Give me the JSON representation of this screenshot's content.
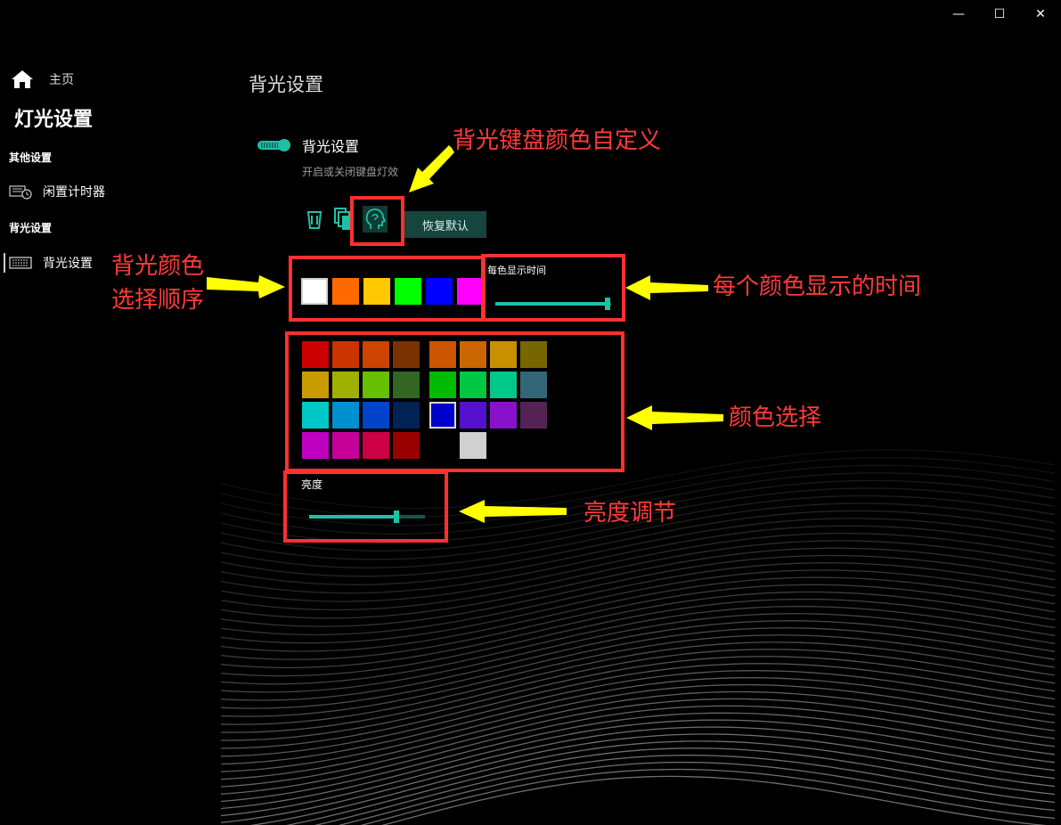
{
  "window": {
    "minimize_glyph": "—",
    "maximize_glyph": "☐",
    "close_glyph": "✕"
  },
  "sidebar": {
    "home_label": "主页",
    "title": "灯光设置",
    "sections": [
      {
        "header": "其他设置",
        "item": "闲置计时器",
        "icon": "timer-icon"
      },
      {
        "header": "背光设置",
        "item": "背光设置",
        "icon": "keyboard-icon"
      }
    ]
  },
  "main": {
    "page_title": "背光设置",
    "toggle": {
      "label": "背光设置",
      "description": "开启或关闭键盘灯效",
      "on": true
    },
    "mode_icons": [
      "cup-icon",
      "layers-icon",
      "head-icon"
    ],
    "reset_label": "恢复默认",
    "sequence_colors": [
      "#ffffff",
      "#ff6a00",
      "#ffc800",
      "#00ff00",
      "#0000ff",
      "#ff00ff"
    ],
    "duration": {
      "label": "每色显示时间",
      "value_fraction": 0.97
    },
    "palette_left": [
      [
        "#cc0000",
        "#cc3300",
        "#cc4400",
        "#7a3300"
      ],
      [
        "#c89b00",
        "#a0b000",
        "#66c000",
        "#336622"
      ],
      [
        "#00c8c8",
        "#0090d0",
        "#0044cc",
        "#002255"
      ],
      [
        "#c000c0",
        "#c8009a",
        "#cc0044",
        "#990000"
      ]
    ],
    "palette_right": [
      [
        "#cc5500",
        "#cc6600",
        "#c89000",
        "#776600"
      ],
      [
        "#00bb00",
        "#00c844",
        "#00c888",
        "#336677"
      ],
      [
        "#0000cc",
        "#5511cc",
        "#8811cc",
        "#552255"
      ],
      [
        "",
        "#d0d0d0",
        "",
        ""
      ]
    ],
    "palette_selected": "#0000cc",
    "brightness": {
      "label": "亮度",
      "value_fraction": 0.75
    }
  },
  "annotations": {
    "custom_color": "背光键盘颜色自定义",
    "sequence_line1": "背光颜色",
    "sequence_line2": "选择顺序",
    "duration": "每个颜色显示的时间",
    "color_select": "颜色选择",
    "brightness": "亮度调节",
    "annotation_color": "#ff3030",
    "arrow_color": "#ffff00"
  },
  "accent_color": "#1fc1a6"
}
